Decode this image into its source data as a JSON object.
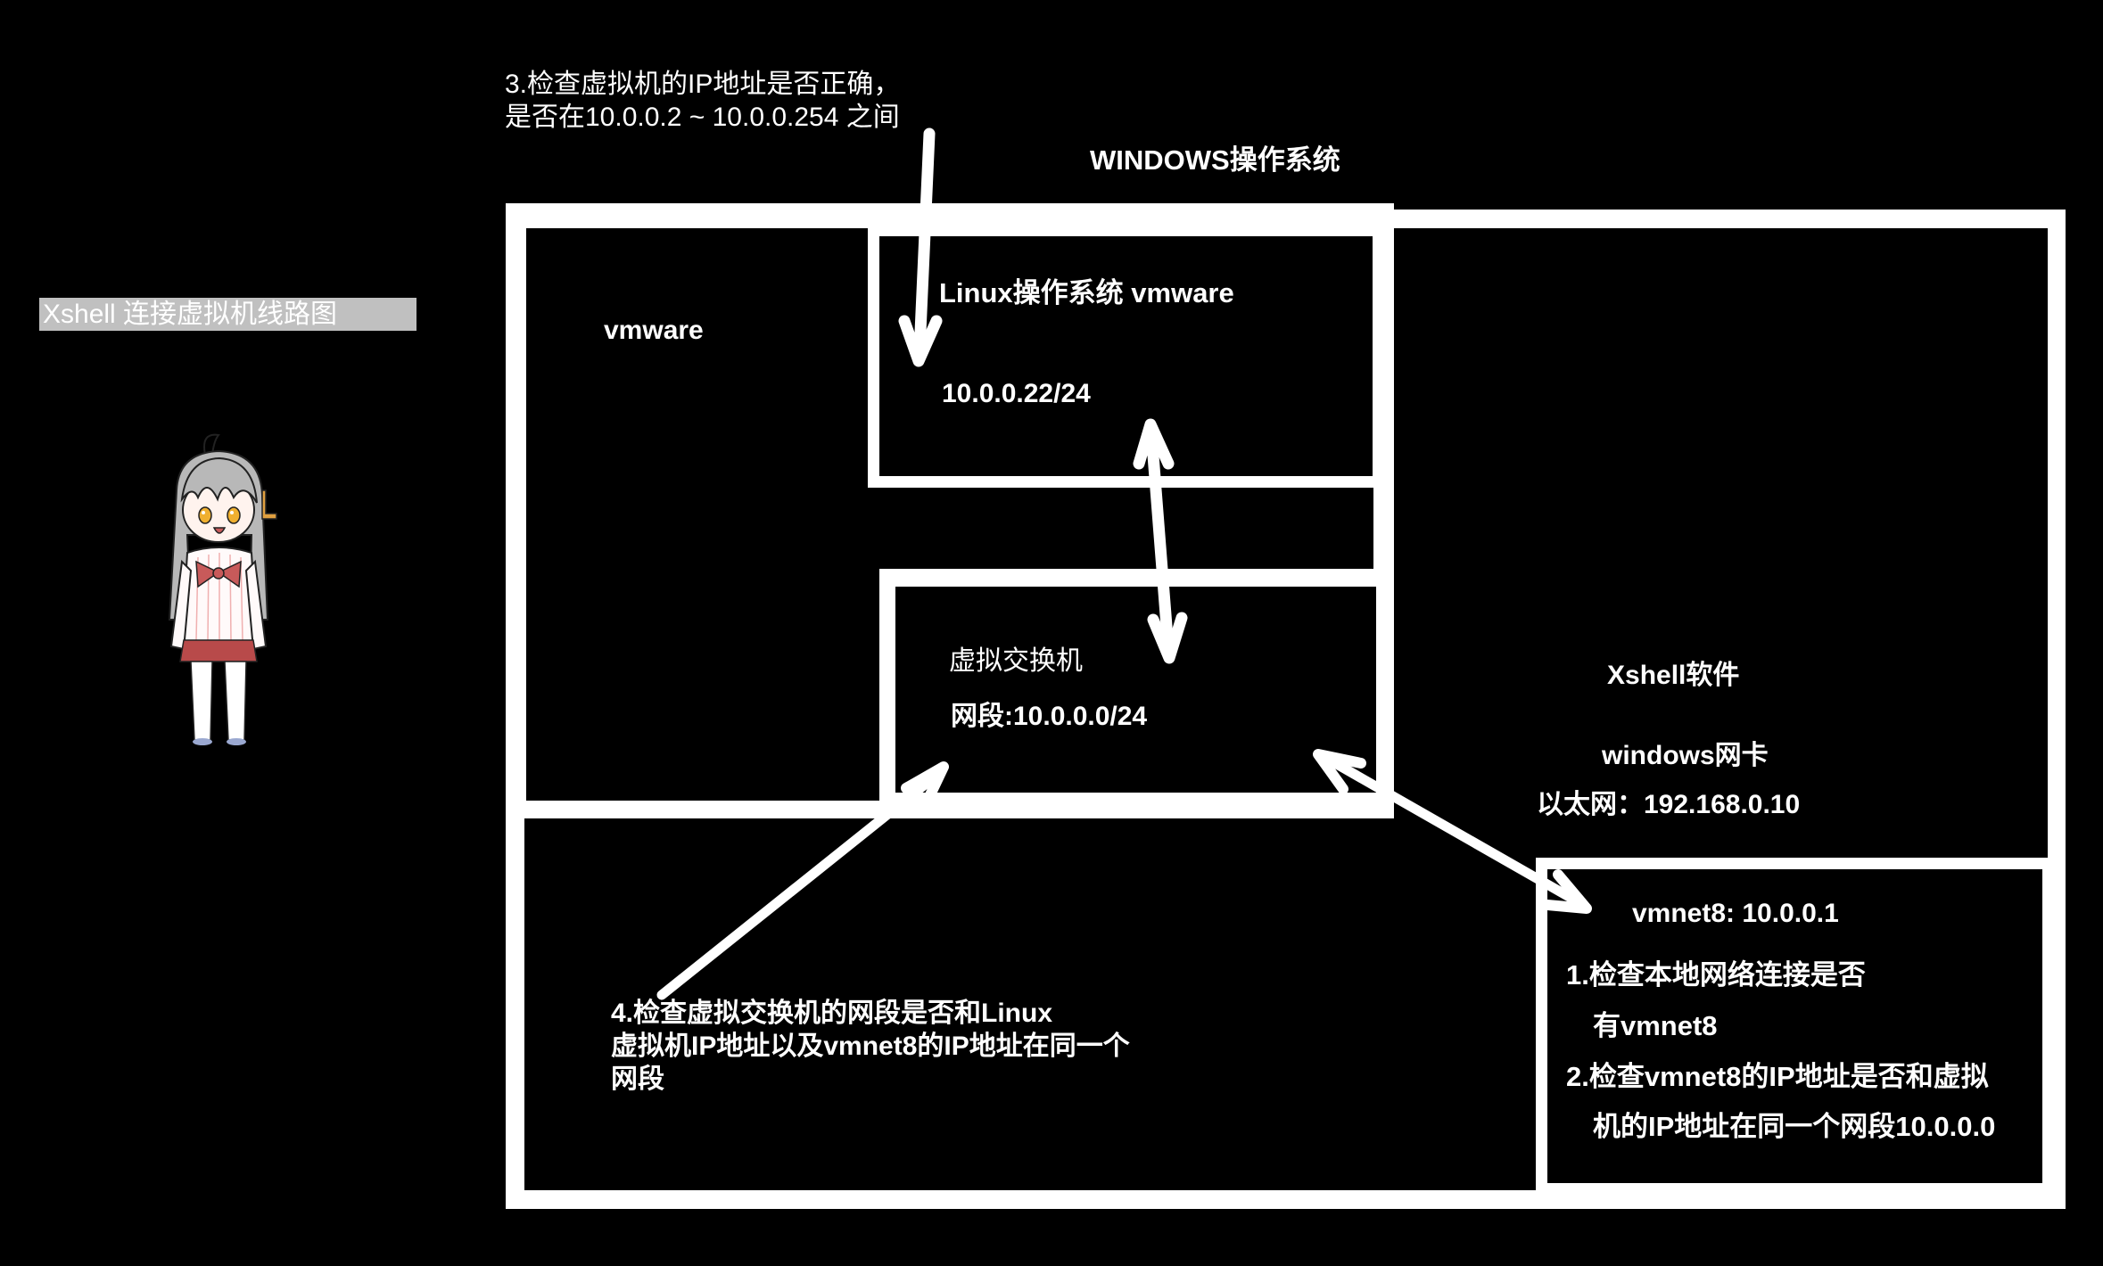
{
  "diagram": {
    "title": "Xshell 连接虚拟机线路图",
    "title_bg_color": "#c0c0c0",
    "background_color": "#000000",
    "line_color": "#ffffff",
    "step3": {
      "line1": "3.检查虚拟机的IP地址是否正确，",
      "line2": "是否在10.0.0.2 ~ 10.0.0.254 之间"
    },
    "windows_label": "WINDOWS操作系统",
    "vmware_label": "vmware",
    "linux_box": {
      "title": "Linux操作系统 vmware",
      "ip": "10.0.0.22/24"
    },
    "switch_box": {
      "title": "虚拟交换机",
      "subnet": "网段:10.0.0.0/24"
    },
    "xshell": {
      "label": "Xshell软件",
      "nic_label": "windows网卡",
      "ethernet": "以太网：192.168.0.10"
    },
    "vmnet8_box": {
      "title": "vmnet8: 10.0.0.1",
      "check1_line1": "1.检查本地网络连接是否",
      "check1_line2": "有vmnet8",
      "check2_line1": "2.检查vmnet8的IP地址是否和虚拟",
      "check2_line2": "机的IP地址在同一个网段10.0.0.0"
    },
    "step4": {
      "line1": "4.检查虚拟交换机的网段是否和Linux",
      "line2": "虚拟机IP地址以及vmnet8的IP地址在同一个",
      "line3": "网段"
    },
    "mascot": {
      "hair_color": "#b8b8b8",
      "eye_color": "#f0b030",
      "bow_color": "#c85a5a",
      "skirt_color": "#b84a4a",
      "clip_color": "#e0a040"
    }
  }
}
